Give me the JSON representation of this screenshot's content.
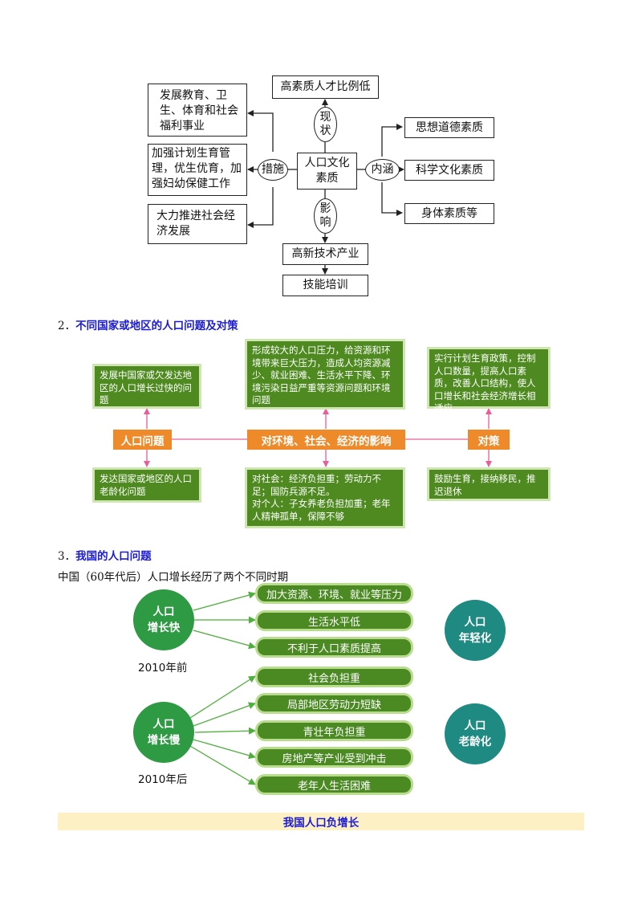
{
  "diagram1": {
    "top_box": "高素质人才比例低",
    "center_box": "人口文化素质",
    "left_label": "措施",
    "top_label": "现状",
    "right_label": "内涵",
    "bottom_label": "影响",
    "measures": [
      "发展教育、卫生、体育和社会福利事业",
      "加强计划生育管理，优生优育，加强妇幼保健工作",
      "大力推进社会经济发展"
    ],
    "contents": [
      "思想道德素质",
      "科学文化素质",
      "身体素质等"
    ],
    "impacts": [
      "高新技术产业",
      "技能培训"
    ]
  },
  "section2": {
    "number": "2．",
    "title": "不同国家或地区的人口问题及对策"
  },
  "diagram2": {
    "problem_dev": "发展中国家或欠发达地区的人口增长过快的问题",
    "problem_developed": "发达国家或地区的人口老龄化问题",
    "impact_top": "形成较大的人口压力，给资源和环境带来巨大压力，造成人均资源减少、就业困难、生活水平下降、环境污染日益严重等资源问题和环境问题",
    "impact_bottom_1": "对社会：经济负担重；劳动力不足；国防兵源不足。",
    "impact_bottom_2": "对个人：子女养老负担加重；老年人精神孤单，保障不够",
    "measure_top": "实行计划生育政策，控制人口数量，提高人口素质，改善人口结构，使人口增长和社会经济增长相适应",
    "measure_bottom": "鼓励生育，接纳移民，推迟退休",
    "bar_problem": "人口问题",
    "bar_impact": "对环境、社会、经济的影响",
    "bar_measure": "对策"
  },
  "section3": {
    "number": "3．",
    "title": "我国的人口问题",
    "intro": "中国（60年代后）人口增长经历了两个不同时期"
  },
  "diagram3": {
    "fast_line1": "人口",
    "fast_line2": "增长快",
    "slow_line1": "人口",
    "slow_line2": "增长慢",
    "fast_caption": "2010年前",
    "slow_caption": "2010年后",
    "young_line1": "人口",
    "young_line2": "年轻化",
    "aging_line1": "人口",
    "aging_line2": "老龄化",
    "fast_effects": [
      "加大资源、环境、就业等压力",
      "生活水平低",
      "不利于人口素质提高"
    ],
    "slow_effects": [
      "社会负担重",
      "局部地区劳动力短缺",
      "青壮年负担重",
      "房地产等产业受到冲击",
      "老年人生活困难"
    ],
    "colors": {
      "green_circle": "#2e9a43",
      "teal_circle": "#1e8a82",
      "pill": "#4b8a22",
      "arrow": "#4fae3c"
    }
  },
  "footer": {
    "title": "我国人口负增长"
  }
}
